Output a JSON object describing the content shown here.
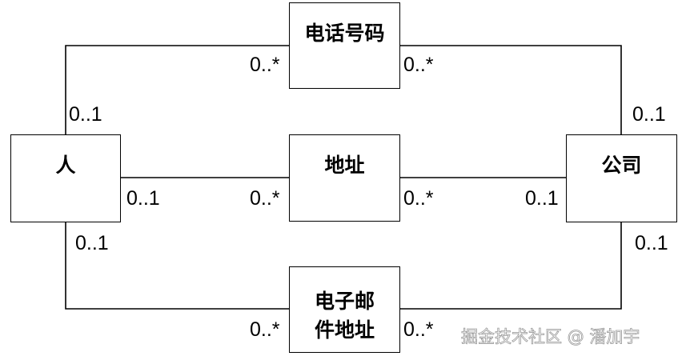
{
  "diagram": {
    "classes": {
      "person": "人",
      "company": "公司",
      "phone": "电话号码",
      "address": "地址",
      "email_line1": "电子邮",
      "email_line2": "件地址"
    },
    "multiplicities": {
      "person_phone_end": "0..1",
      "phone_person_end": "0..*",
      "phone_company_end": "0..*",
      "company_phone_end": "0..1",
      "person_address_end": "0..1",
      "address_person_end": "0..*",
      "address_company_end": "0..*",
      "company_address_end": "0..1",
      "person_email_end": "0..1",
      "email_person_end": "0..*",
      "email_company_end": "0..*",
      "company_email_end": "0..1"
    },
    "colors": {
      "line": "#000000",
      "box_fill": "#ffffff",
      "text": "#000000"
    }
  },
  "watermark": {
    "text": "掘金技术社区 @ 潘加宇"
  }
}
